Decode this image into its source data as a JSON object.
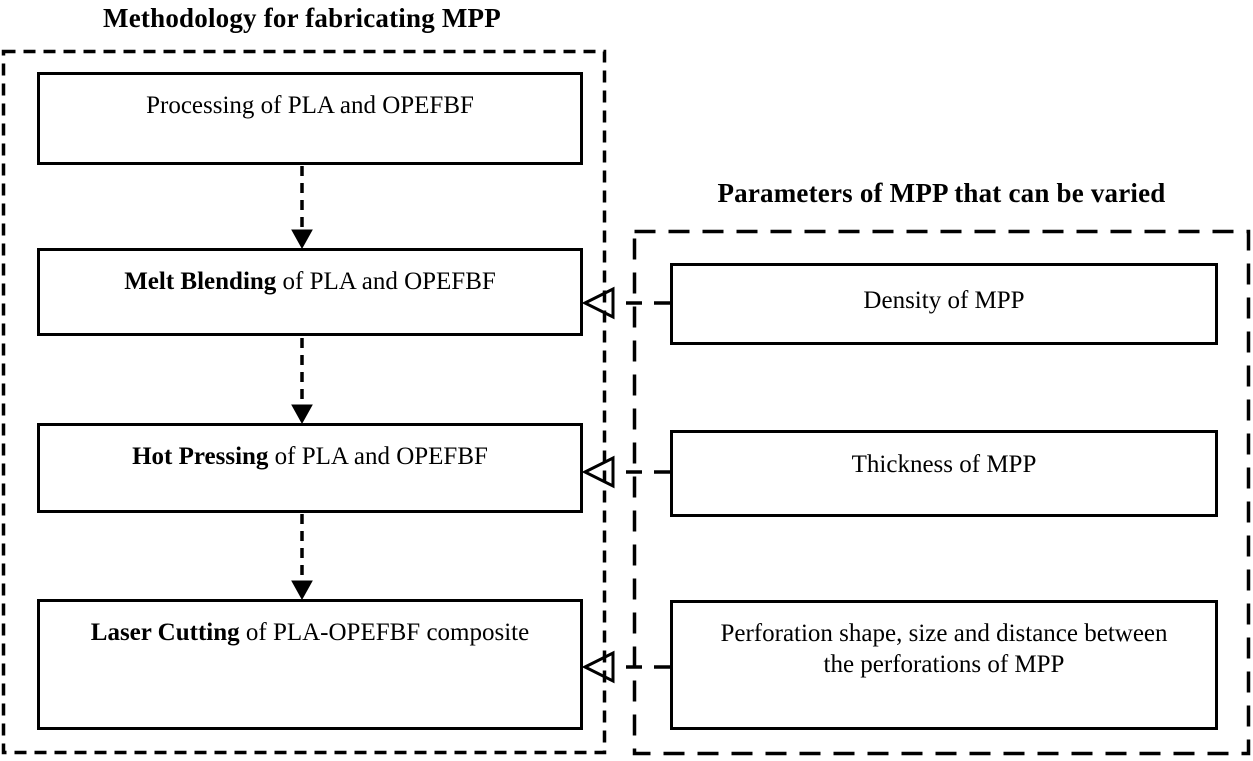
{
  "methodology": {
    "title": "Methodology for fabricating MPP",
    "steps": [
      {
        "bold": "",
        "rest": "Processing of PLA and OPEFBF"
      },
      {
        "bold": "Melt Blending",
        "rest": " of PLA and OPEFBF"
      },
      {
        "bold": "Hot Pressing",
        "rest": " of PLA and OPEFBF"
      },
      {
        "bold": "Laser Cutting",
        "rest": " of PLA-OPEFBF composite"
      }
    ]
  },
  "parameters": {
    "title": "Parameters of MPP that can be varied",
    "items": [
      {
        "text": "Density of MPP"
      },
      {
        "text": "Thickness of MPP"
      },
      {
        "text": "Perforation shape, size and distance between the perforations of MPP"
      }
    ]
  },
  "colors": {
    "line": "#000000",
    "background": "#ffffff"
  }
}
